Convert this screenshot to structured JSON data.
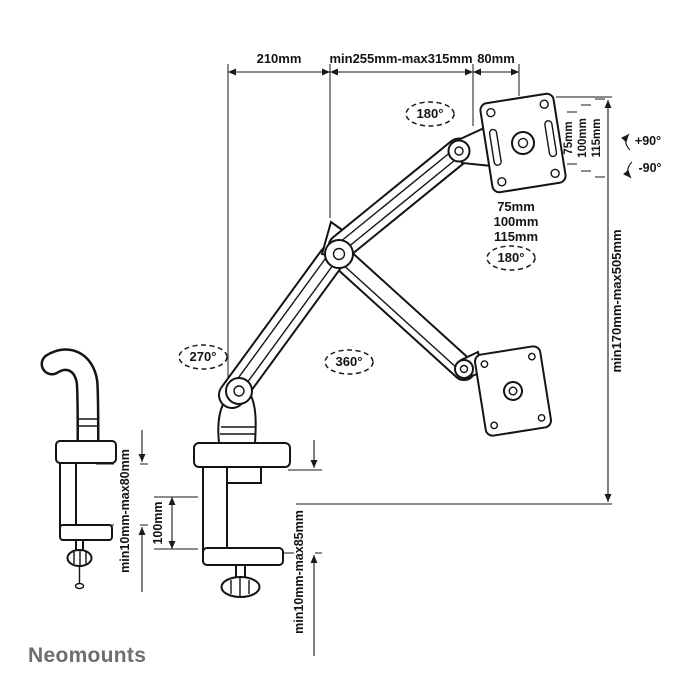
{
  "brand": {
    "name": "Neomounts"
  },
  "dims": {
    "arm_front_reach": "210mm",
    "arm_extension_range": "min255mm-max315mm",
    "head_depth": "80mm",
    "height_range": "min170mm-max505mm",
    "side_desk_thickness": "min10mm-max80mm",
    "clamp_plate_height": "100mm",
    "front_desk_thickness": "min10mm-max85mm"
  },
  "rotations": {
    "head_swivel": "180°",
    "vesa_rotation": "180°",
    "base_rotation": "270°",
    "arm_rotation": "360°",
    "tilt_up": "+90°",
    "tilt_down": "-90°"
  },
  "vesa": {
    "widths": [
      "75mm",
      "100mm",
      "115mm"
    ],
    "heights": [
      "75mm",
      "100mm",
      "115mm"
    ]
  }
}
